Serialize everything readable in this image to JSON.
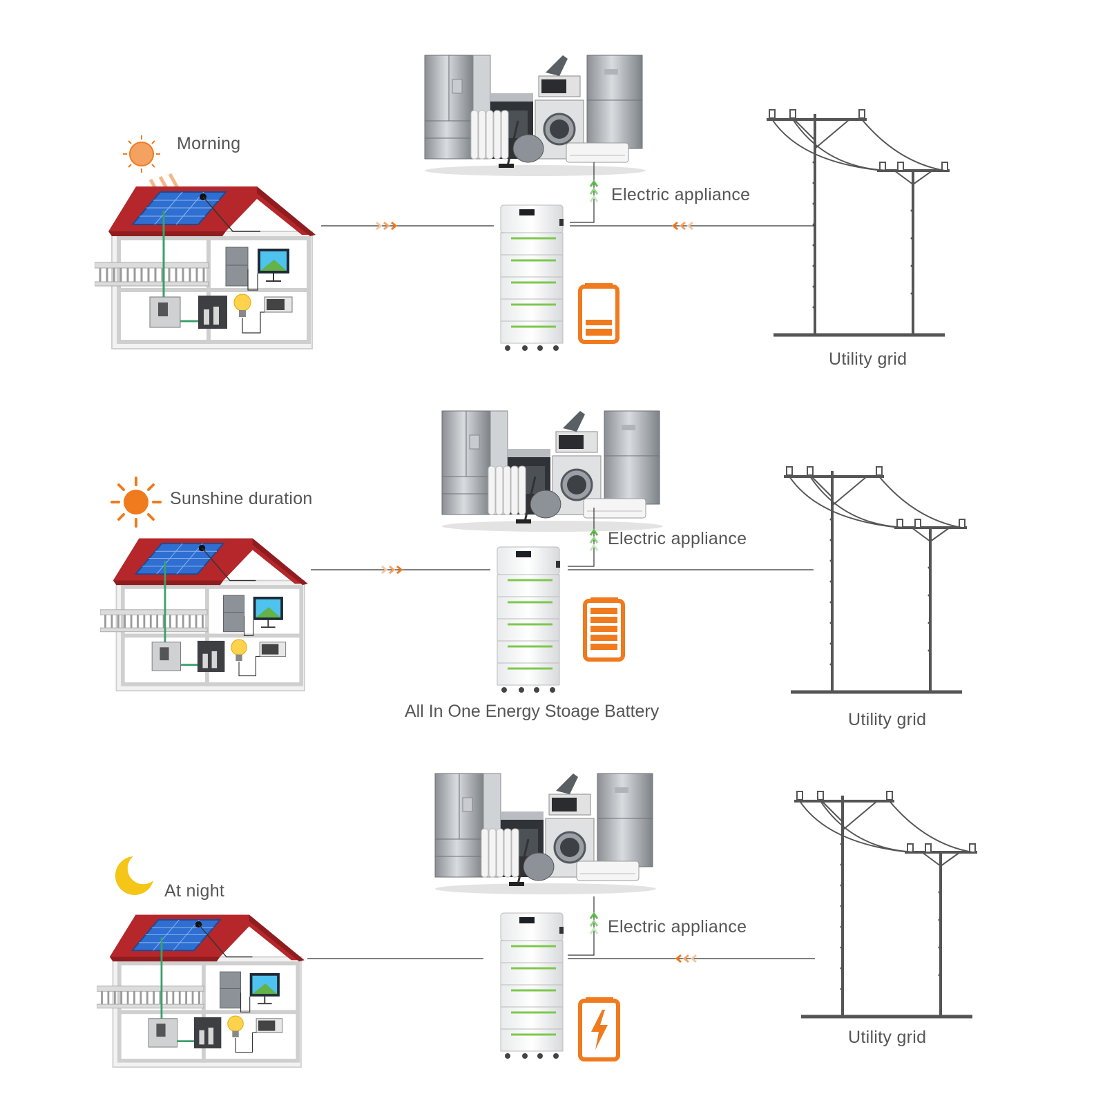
{
  "scenes": [
    {
      "time_label": "Morning",
      "time_icon": "sun-icon",
      "appliance_label": "Electric appliance",
      "grid_label": "Utility grid",
      "battery_state": "battery-half-icon",
      "solar_flow": "house-to-battery",
      "grid_flow": "grid-to-battery"
    },
    {
      "time_label": "Sunshine duration",
      "time_icon": "sun-icon",
      "appliance_label": "Electric appliance",
      "grid_label": "Utility grid",
      "battery_state": "battery-full-icon",
      "solar_flow": "house-to-battery",
      "grid_flow": "none"
    },
    {
      "time_label": "At  night",
      "time_icon": "moon-icon",
      "appliance_label": "Electric appliance",
      "grid_label": "Utility grid",
      "battery_state": "battery-charging-icon",
      "solar_flow": "none",
      "grid_flow": "grid-to-battery"
    }
  ],
  "battery_caption": "All In One Energy Stoage Battery",
  "colors": {
    "roof": "#b5272a",
    "solar_panel": "#2f6fd1",
    "accent_orange": "#f07a1e",
    "flow_green": "#5fbf4a",
    "text": "#555555",
    "pole": "#555555"
  }
}
